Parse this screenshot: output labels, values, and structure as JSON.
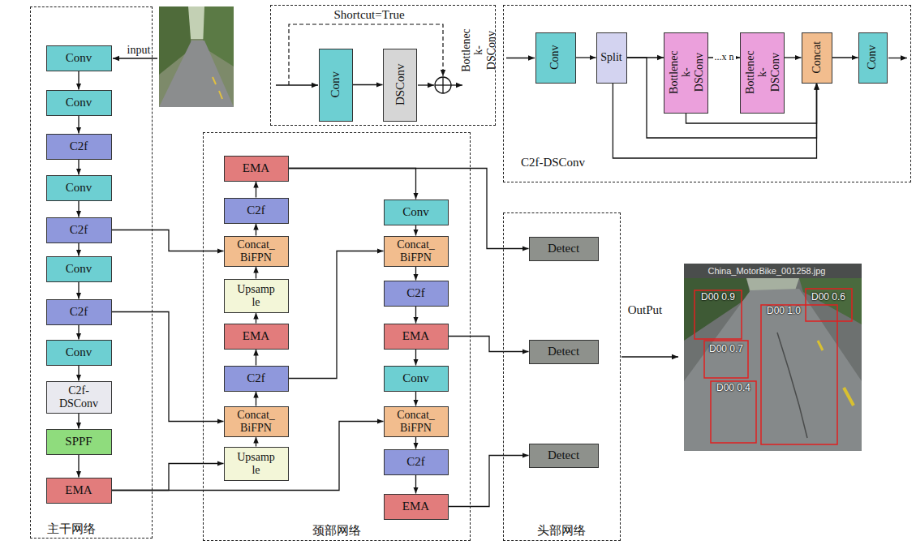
{
  "diagram": {
    "nodes": [
      {
        "text": [
          "主干网络"
        ]
      },
      {
        "text": [
          "Conv"
        ],
        "in": 0
      },
      {
        "text": [
          "Conv"
        ],
        "in": 0
      },
      {
        "text": [
          "C2f"
        ],
        "in": 0
      },
      {
        "text": [
          "Conv"
        ],
        "in": 0
      },
      {
        "text": [
          "C2f"
        ],
        "in": 0
      },
      {
        "text": [
          "Conv"
        ],
        "in": 0
      },
      {
        "text": [
          "C2f"
        ],
        "in": 0
      },
      {
        "text": [
          "Conv"
        ],
        "in": 0
      },
      {
        "text": [
          "C2f- DSConv"
        ],
        "in": 0
      },
      {
        "text": [
          "SPPF"
        ],
        "in": 0
      },
      {
        "text": [
          "EMA"
        ],
        "in": 0
      },
      {
        "text": [
          "颈部网络"
        ]
      },
      {
        "text": [
          "EMA"
        ],
        "in": 12
      },
      {
        "text": [
          "C2f"
        ],
        "in": 12
      },
      {
        "text": [
          "Concat_ BiFPN"
        ],
        "in": 12
      },
      {
        "text": [
          "Upsamp le"
        ],
        "in": 12
      },
      {
        "text": [
          "EMA"
        ],
        "in": 12
      },
      {
        "text": [
          "C2f"
        ],
        "in": 12
      },
      {
        "text": [
          "Concat_ BiFPN"
        ],
        "in": 12
      },
      {
        "text": [
          "Upsamp le"
        ],
        "in": 12
      },
      {
        "text": [
          "Conv"
        ],
        "in": 12
      },
      {
        "text": [
          "Concat_ BiFPN"
        ],
        "in": 12
      },
      {
        "text": [
          "C2f"
        ],
        "in": 12
      },
      {
        "text": [
          "EMA"
        ],
        "in": 12
      },
      {
        "text": [
          "Conv"
        ],
        "in": 12
      },
      {
        "text": [
          "Concat_ BiFPN"
        ],
        "in": 12
      },
      {
        "text": [
          "C2f"
        ],
        "in": 12
      },
      {
        "text": [
          "EMA"
        ],
        "in": 12
      },
      {
        "text": [
          "头部网络"
        ]
      },
      {
        "text": [
          "Detect"
        ],
        "in": 29
      },
      {
        "text": [
          "Detect"
        ],
        "in": 29
      },
      {
        "text": [
          "Detect"
        ],
        "in": 29
      },
      {
        "text": [
          "Bottlenec k-DSConv"
        ]
      },
      {
        "text": [
          "Conv"
        ],
        "in": 33
      },
      {
        "text": [
          "DSConv"
        ],
        "in": 33
      },
      {
        "text": [
          "C2f-DSConv"
        ]
      },
      {
        "text": [
          "Conv"
        ],
        "in": 36
      },
      {
        "text": [
          "Split"
        ],
        "in": 36
      },
      {
        "text": [
          "Bottlenec k-DSConv"
        ],
        "in": 36
      },
      {
        "text": [
          "Bottlenec k-DSConv"
        ],
        "in": 36
      },
      {
        "text": [
          "Concat"
        ],
        "in": 36
      },
      {
        "text": [
          "Conv"
        ],
        "in": 36
      }
    ],
    "edges": [
      {
        "from": 1,
        "to": 2,
        "arrow": "to"
      },
      {
        "from": 2,
        "to": 3,
        "arrow": "to"
      },
      {
        "from": 3,
        "to": 4,
        "arrow": "to"
      },
      {
        "from": 4,
        "to": 5,
        "arrow": "to"
      },
      {
        "from": 5,
        "to": 6,
        "arrow": "to"
      },
      {
        "from": 6,
        "to": 7,
        "arrow": "to"
      },
      {
        "from": 7,
        "to": 8,
        "arrow": "to"
      },
      {
        "from": 8,
        "to": 9,
        "arrow": "to"
      },
      {
        "from": 9,
        "to": 10,
        "arrow": "to"
      },
      {
        "from": 10,
        "to": 11,
        "arrow": "to"
      },
      {
        "from": 5,
        "to": 15,
        "arrow": "to"
      },
      {
        "from": 7,
        "to": 19,
        "arrow": "to"
      },
      {
        "from": 11,
        "to": 20,
        "arrow": "to"
      },
      {
        "from": 11,
        "to": 26,
        "arrow": "to"
      },
      {
        "from": 20,
        "to": 19,
        "arrow": "to"
      },
      {
        "from": 19,
        "to": 18,
        "arrow": "to"
      },
      {
        "from": 18,
        "to": 17,
        "arrow": "to"
      },
      {
        "from": 17,
        "to": 16,
        "arrow": "to"
      },
      {
        "from": 16,
        "to": 15,
        "arrow": "to"
      },
      {
        "from": 15,
        "to": 14,
        "arrow": "to"
      },
      {
        "from": 14,
        "to": 13,
        "arrow": "to"
      },
      {
        "from": 13,
        "to": 21,
        "arrow": "to"
      },
      {
        "from": 13,
        "to": 30,
        "arrow": "to"
      },
      {
        "from": 18,
        "to": 22,
        "arrow": "to"
      },
      {
        "from": 21,
        "to": 22,
        "arrow": "to"
      },
      {
        "from": 22,
        "to": 23,
        "arrow": "to"
      },
      {
        "from": 23,
        "to": 24,
        "arrow": "to"
      },
      {
        "from": 24,
        "to": 25,
        "arrow": "to"
      },
      {
        "from": 25,
        "to": 26,
        "arrow": "to"
      },
      {
        "from": 26,
        "to": 27,
        "arrow": "to"
      },
      {
        "from": 27,
        "to": 28,
        "arrow": "to"
      },
      {
        "from": 24,
        "to": 31,
        "arrow": "to"
      },
      {
        "from": 28,
        "to": 32,
        "arrow": "to"
      },
      {
        "from": 34,
        "to": 35,
        "arrow": "to"
      },
      {
        "from": 37,
        "to": 38,
        "arrow": "to"
      },
      {
        "from": 38,
        "to": 39,
        "arrow": "to"
      },
      {
        "from": 39,
        "to": 40,
        "label": "...x n",
        "arrow": "to"
      },
      {
        "from": 40,
        "to": 41,
        "arrow": "to"
      },
      {
        "from": 41,
        "to": 42,
        "arrow": "to"
      },
      {
        "from": 38,
        "to": 41,
        "arrow": "to"
      },
      {
        "from": 38,
        "to": 41,
        "arrow": "to"
      },
      {
        "from": 39,
        "to": 41,
        "arrow": "to"
      }
    ],
    "labels": [
      "input",
      "Shortcut=True",
      "OutPut",
      "China_MotorBike_001258.jpg",
      "D00 0.9",
      "D00 0.6",
      "D00 1.0",
      "D00 0.7",
      "D00 0.4"
    ]
  }
}
